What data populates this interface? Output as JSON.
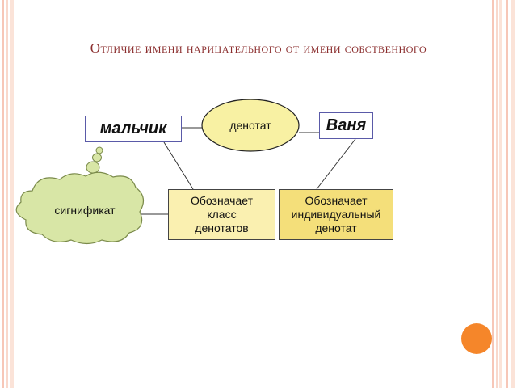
{
  "slide": {
    "title": "Отличие имени нарицательного от имени собственного"
  },
  "diagram": {
    "common_noun": "мальчик",
    "proper_noun": "Ваня",
    "denotation": "денотат",
    "significate": "сигнификат",
    "common_meaning": "Обозначает\nкласс\nденотатов",
    "proper_meaning": "Обозначает\nиндивидуальный\nденотат"
  },
  "colors": {
    "title": "#8b2e2e",
    "box_border": "#5a5aa8",
    "ellipse_fill": "#f8f1a3",
    "cloud_fill": "#d8e6a6",
    "common_meaning_fill": "#faf0b0",
    "proper_meaning_fill": "#f4df7a",
    "accent_dot": "#f5862a"
  }
}
